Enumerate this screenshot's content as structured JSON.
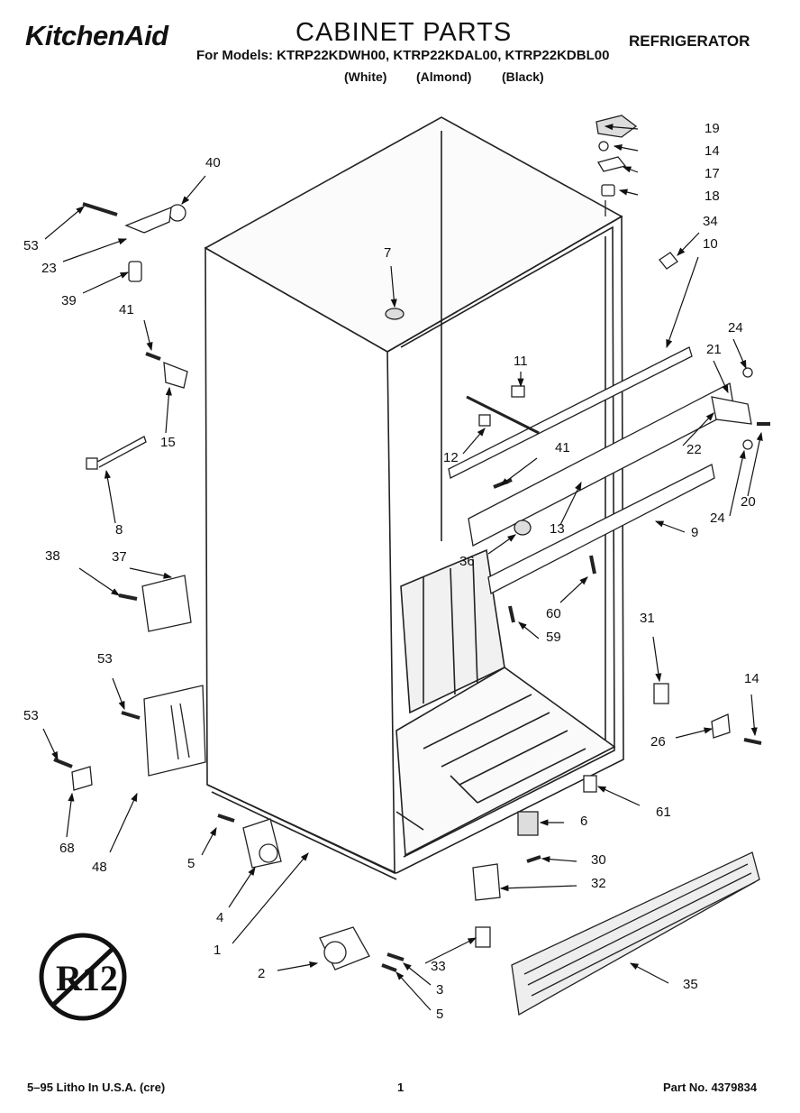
{
  "header": {
    "brand": "KitchenAid",
    "title": "CABINET PARTS",
    "category": "REFRIGERATOR",
    "models": "For Models: KTRP22KDWH00, KTRP22KDAL00, KTRP22KDBL00",
    "colors": [
      "(White)",
      "(Almond)",
      "(Black)"
    ]
  },
  "badge": {
    "text": "R12",
    "meaning": "no-R12 prohibition symbol"
  },
  "callouts": [
    "19",
    "14",
    "17",
    "18",
    "34",
    "10",
    "40",
    "53",
    "23",
    "39",
    "7",
    "41",
    "15",
    "11",
    "24",
    "21",
    "12",
    "41",
    "22",
    "8",
    "13",
    "9",
    "24",
    "20",
    "38",
    "37",
    "36",
    "60",
    "59",
    "31",
    "53",
    "14",
    "53",
    "26",
    "61",
    "68",
    "48",
    "6",
    "5",
    "4",
    "30",
    "32",
    "1",
    "33",
    "2",
    "3",
    "5",
    "35"
  ],
  "footer": {
    "litho": "5–95 Litho In U.S.A. (cre)",
    "page": "1",
    "part_number": "Part No. 4379834"
  }
}
